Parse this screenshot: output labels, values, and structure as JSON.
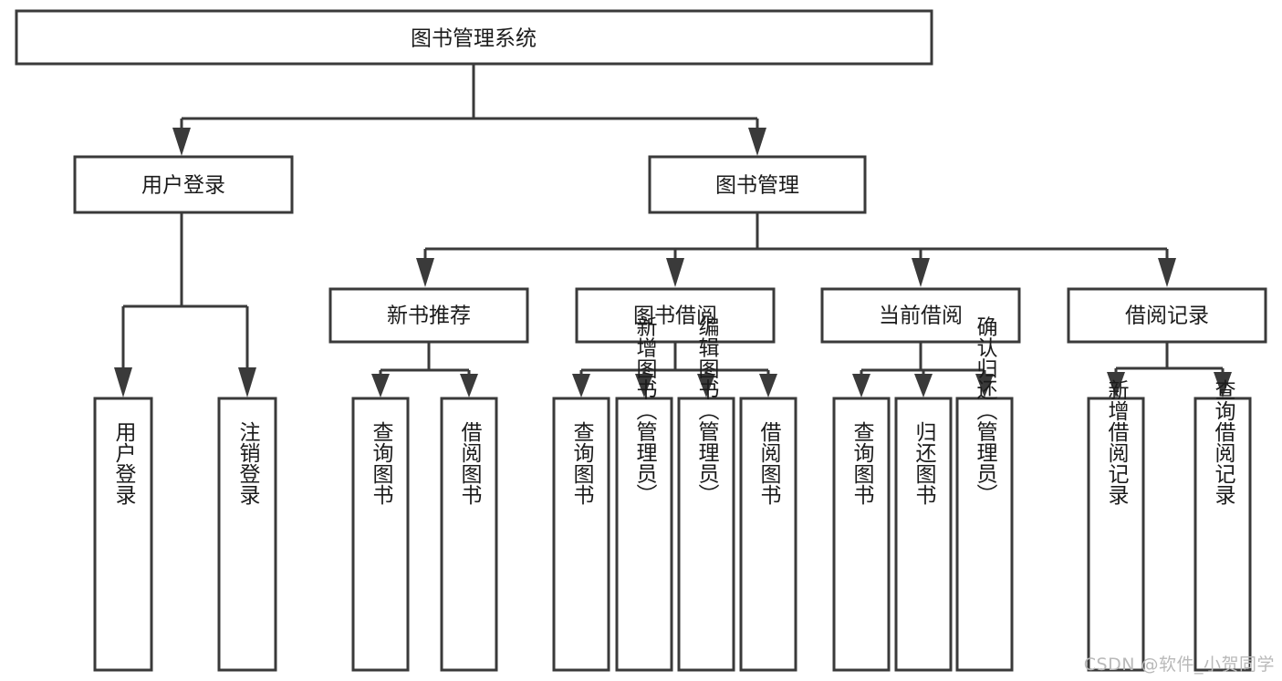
{
  "diagram": {
    "type": "tree-hierarchy",
    "title": "图书管理系统",
    "watermark": "CSDN @软件_小贺同学",
    "colors": {
      "box_stroke": "#3a3a3a",
      "box_fill": "#ffffff",
      "connector": "#3a3a3a",
      "text": "#1b1b1b",
      "background": "#ffffff",
      "watermark": "#b9b9b9"
    },
    "root": {
      "label": "图书管理系统"
    },
    "level2": [
      {
        "label": "用户登录"
      },
      {
        "label": "图书管理"
      }
    ],
    "level3": [
      {
        "label": "新书推荐"
      },
      {
        "label": "图书借阅"
      },
      {
        "label": "当前借阅"
      },
      {
        "label": "借阅记录"
      }
    ],
    "leaves": {
      "user_login": [
        {
          "label": "用户登录"
        },
        {
          "label": "注销登录"
        }
      ],
      "new_book": [
        {
          "label": "查询图书"
        },
        {
          "label": "借阅图书"
        }
      ],
      "book_borrow": [
        {
          "label": "查询图书"
        },
        {
          "label": "新增图书（管理员）"
        },
        {
          "label": "编辑图书（管理员）"
        },
        {
          "label": "借阅图书"
        }
      ],
      "current_borrow": [
        {
          "label": "查询图书"
        },
        {
          "label": "归还图书"
        },
        {
          "label": "确认归还（管理员）"
        }
      ],
      "borrow_record": [
        {
          "label": "新增借阅记录"
        },
        {
          "label": "查询借阅记录"
        }
      ]
    }
  }
}
